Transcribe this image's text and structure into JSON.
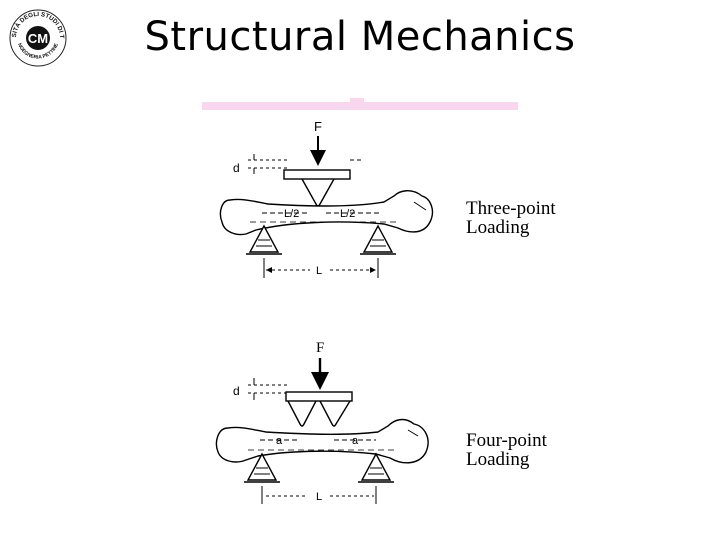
{
  "slide": {
    "title": "Structural Mechanics"
  },
  "logo": {
    "top_text": "UNIVERSITÀ DEGLI STUDI DI TRIESTE",
    "bottom_text": "INGEGNERIA PETTINEI",
    "mark": "CM"
  },
  "three_point": {
    "force_label": "F",
    "deflection_label": "d",
    "half_span_left": "L/2",
    "half_span_right": "L/2",
    "span_label": "L",
    "caption_line1": "Three-point",
    "caption_line2": "Loading"
  },
  "four_point": {
    "force_label": "F",
    "deflection_label": "d",
    "offset_left": "a",
    "offset_right": "a",
    "span_label": "L",
    "caption_line1": "Four-point",
    "caption_line2": "Loading"
  },
  "colors": {
    "highlight": "#f7d6ee",
    "ink": "#000000"
  }
}
